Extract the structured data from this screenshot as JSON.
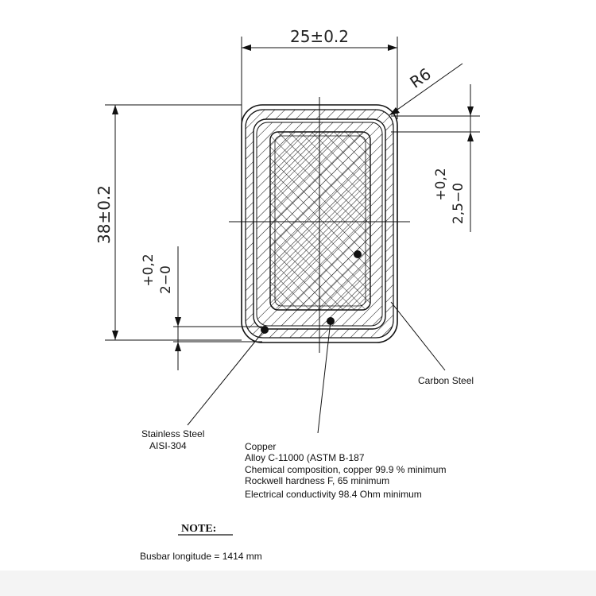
{
  "dimensions": {
    "width": "25±0.2",
    "height": "38±0.2",
    "radius": "R6",
    "outer_layer_tol": "+0,2",
    "outer_layer_val": "2,5−0",
    "inner_layer_tol": "+0,2",
    "inner_layer_val": "2−0"
  },
  "labels": {
    "carbon_steel": "Carbon Steel",
    "stainless_line1": "Stainless Steel",
    "stainless_line2": "AISI-304",
    "copper_line1": "Copper",
    "copper_line2": "Alloy C-11000 (ASTM B-187",
    "copper_line3": "Chemical composition, copper 99.9 % minimum",
    "copper_line4": "Rockwell hardness F, 65 minimum",
    "copper_line5": "Electrical conductivity 98.4 Ohm minimum"
  },
  "note": {
    "title": "NOTE:",
    "text": "Busbar longitude = 1414 mm"
  }
}
